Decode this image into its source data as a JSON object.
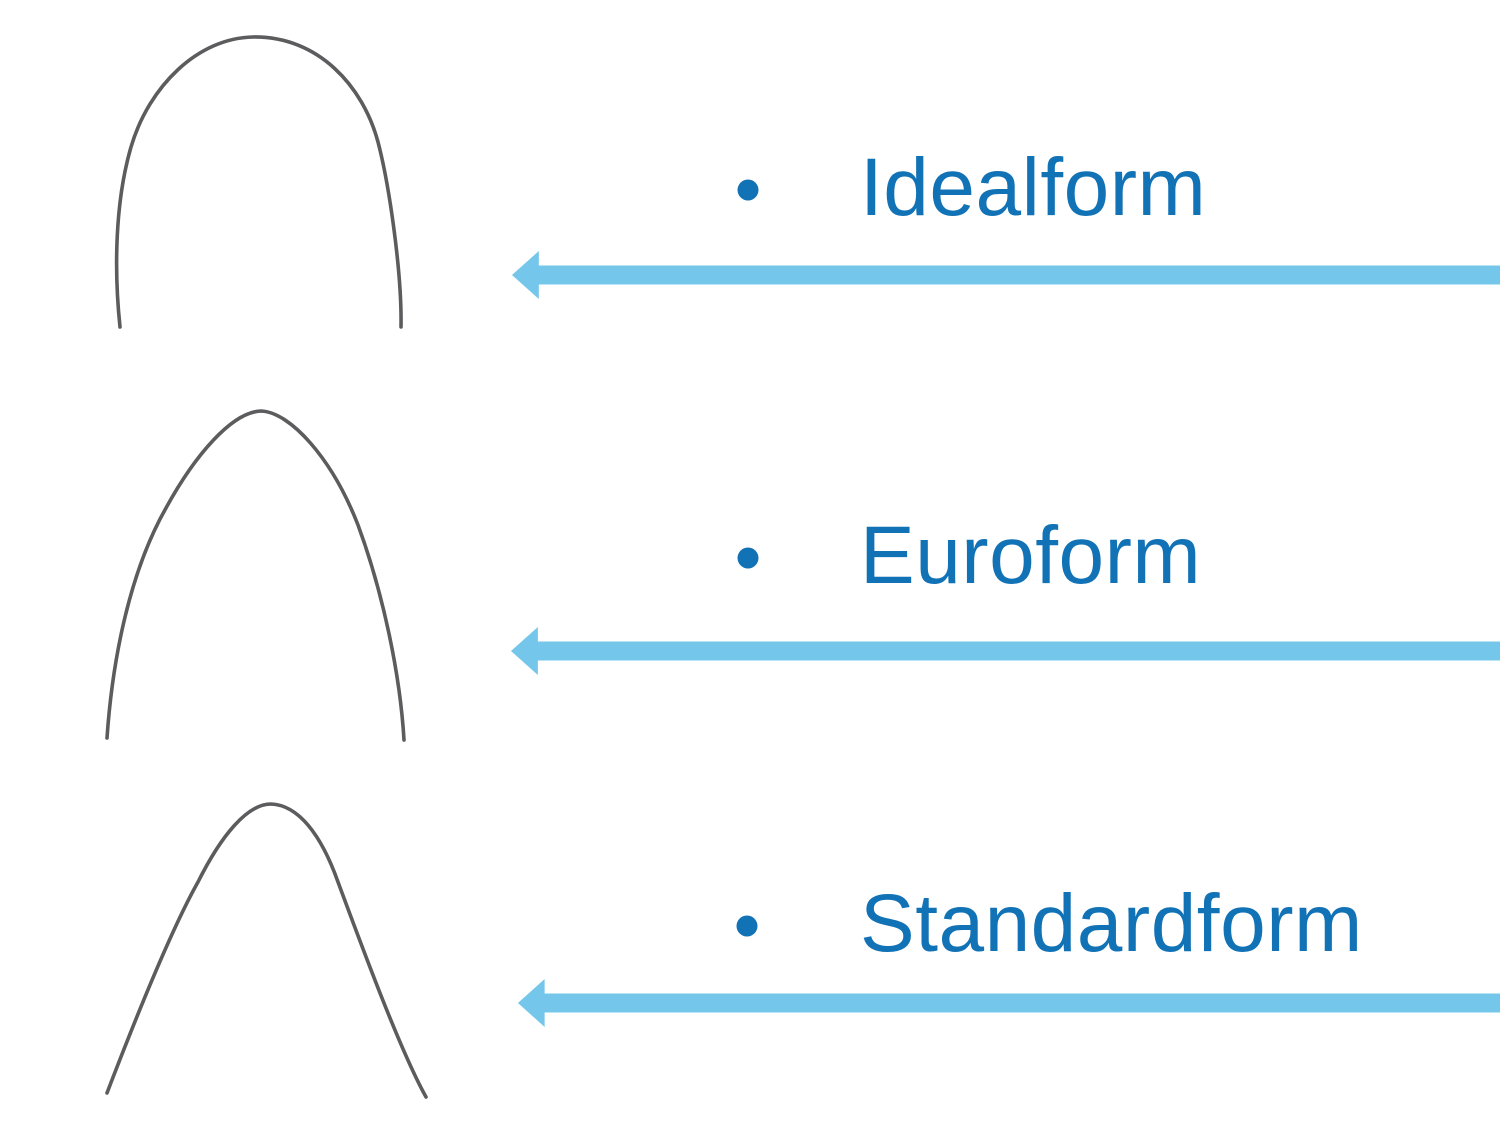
{
  "slide": {
    "background_color": "#ffffff",
    "label_color": "#1272b6",
    "bullet_color": "#1272b6",
    "arrow_color": "#74c7ea",
    "wire_color": "#5c5c5e"
  },
  "rows": [
    {
      "label": "Idealform",
      "bullet_icon": "bullet-dot-icon",
      "arch_icon": "idealform-archwire-curve",
      "arrow_icon": "left-arrow"
    },
    {
      "label": "Euroform",
      "bullet_icon": "bullet-dot-icon",
      "arch_icon": "euroform-archwire-curve",
      "arrow_icon": "left-arrow"
    },
    {
      "label": "Standardform",
      "bullet_icon": "bullet-dot-icon",
      "arch_icon": "standardform-archwire-curve",
      "arrow_icon": "left-arrow"
    }
  ]
}
